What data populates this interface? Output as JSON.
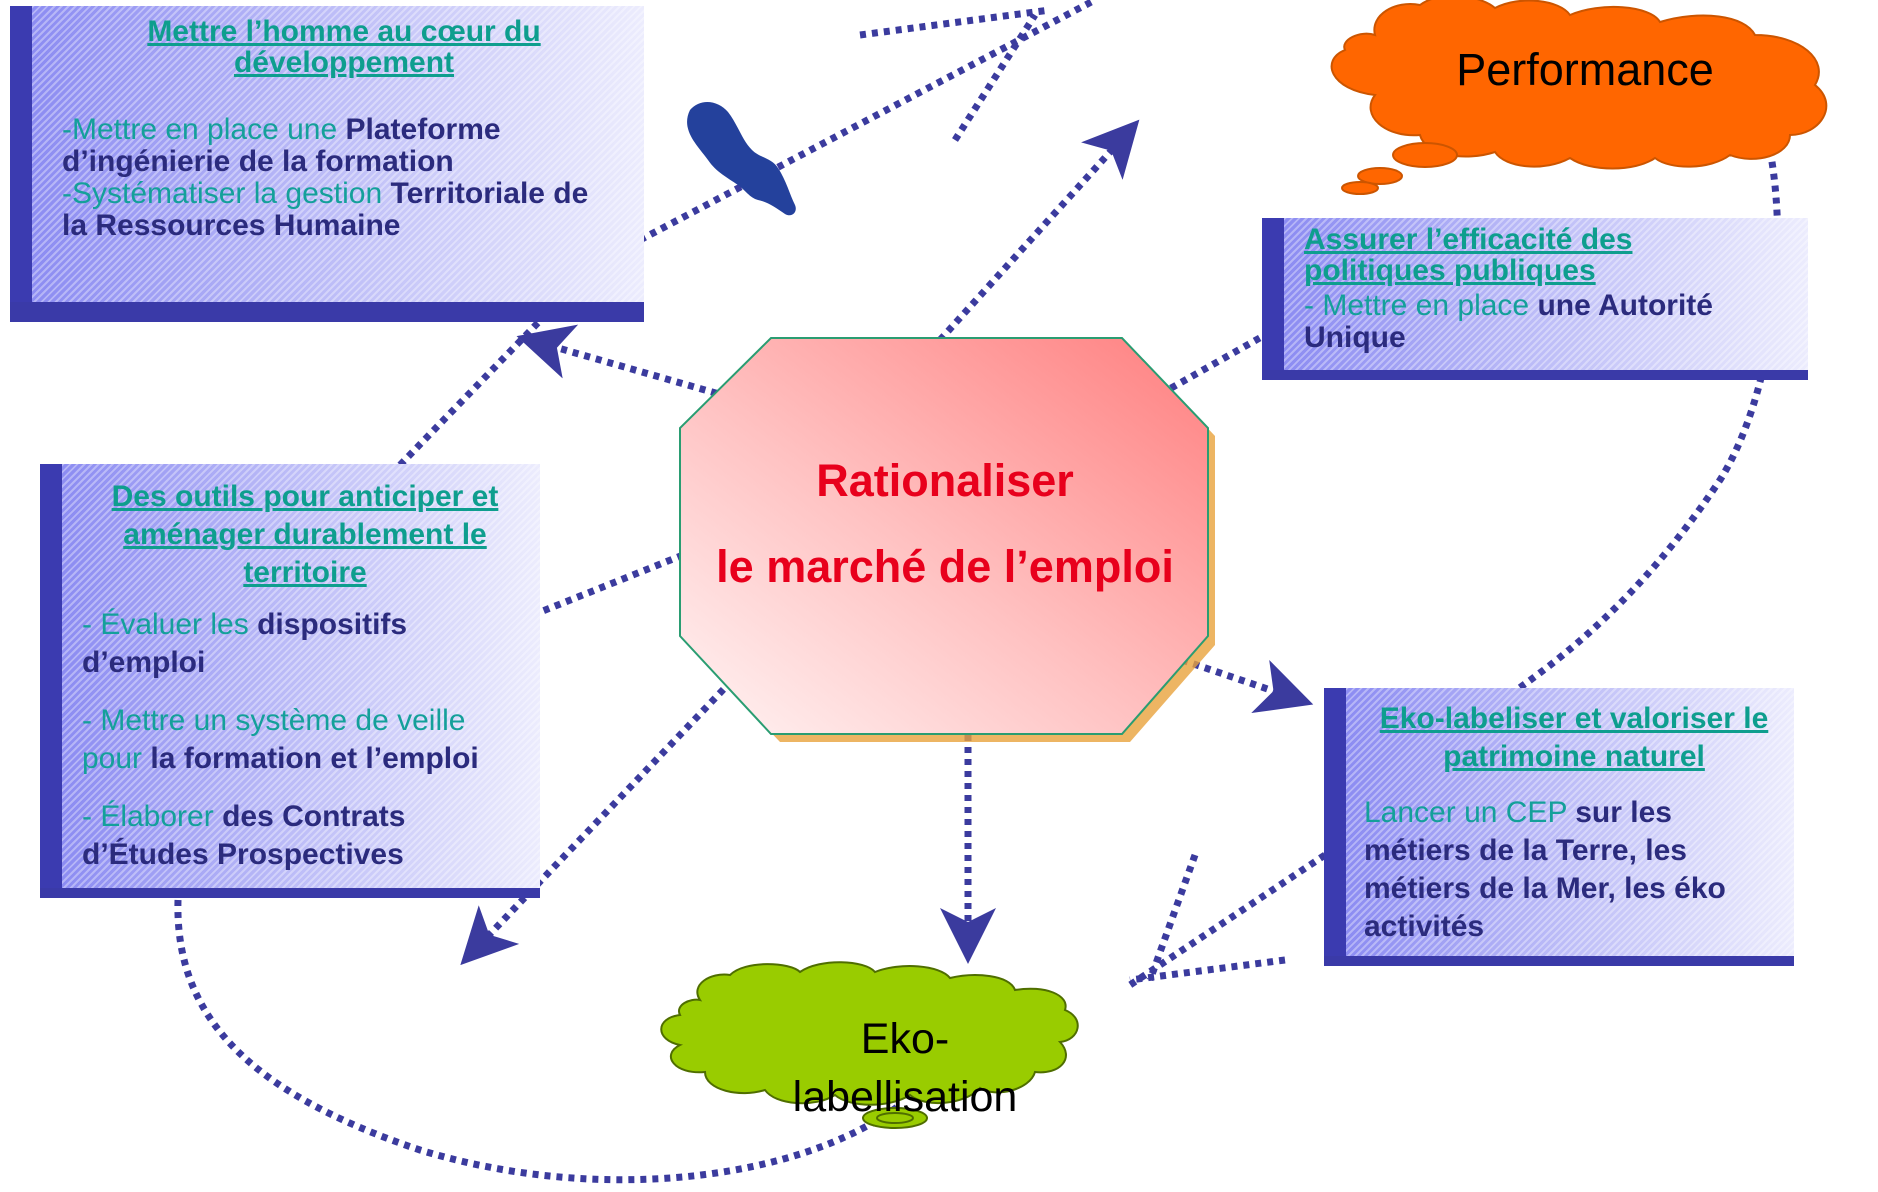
{
  "center": {
    "line1": "Rationaliser",
    "line2": "le marché de l’emploi"
  },
  "clouds": {
    "performance": "Performance",
    "eko_line1": "Eko-",
    "eko_line2": "labellisation"
  },
  "box_top_left": {
    "title_line1": "Mettre l’homme au cœur du",
    "title_line2": "développement",
    "item1_teal": "-Mettre en place une ",
    "item1_bold_a": "Plateforme",
    "item1_bold_b": "d’ingénierie de la formation",
    "item2_teal": "-Systématiser la gestion ",
    "item2_bold_a": "Territoriale de",
    "item2_bold_b": "la Ressources Humaine"
  },
  "box_top_right": {
    "title_line1": "Assurer l’efficacité des",
    "title_line2": "politiques publiques",
    "item_teal": "- Mettre en place ",
    "item_bold_a": "une Autorité",
    "item_bold_b": "Unique"
  },
  "box_left": {
    "title_line1": "Des outils pour anticiper et",
    "title_line2": "aménager durablement le",
    "title_line3": "territoire",
    "item1_teal": "- Évaluer les ",
    "item1_bold_a": "dispositifs",
    "item1_bold_b": "d’emploi",
    "item2_teal_a": "- Mettre un système de veille",
    "item2_teal_b": "pour ",
    "item2_bold": "la formation et l’emploi",
    "item3_teal": "- Élaborer ",
    "item3_bold_a": "des Contrats",
    "item3_bold_b": "d’Études Prospectives"
  },
  "box_right": {
    "title_line1": "Eko-labeliser et valoriser le",
    "title_line2": "patrimoine naturel",
    "item_teal": "Lancer un CEP ",
    "item_bold_a": "sur les",
    "item_bold_b": "métiers de la Terre, les",
    "item_bold_c": "métiers de la Mer, les éko",
    "item_bold_d": "activités"
  },
  "colors": {
    "connector": "#3b3b9e",
    "octagon_fill_light": "#ffe0e0",
    "octagon_fill_dark": "#ff8a8a",
    "center_text": "#e8001c",
    "cloud_orange": "#ff6600",
    "cloud_green": "#99cc00",
    "box_title": "#0e9e8e",
    "box_text_teal": "#14a09a",
    "box_text_navy": "#2b2b7d"
  }
}
